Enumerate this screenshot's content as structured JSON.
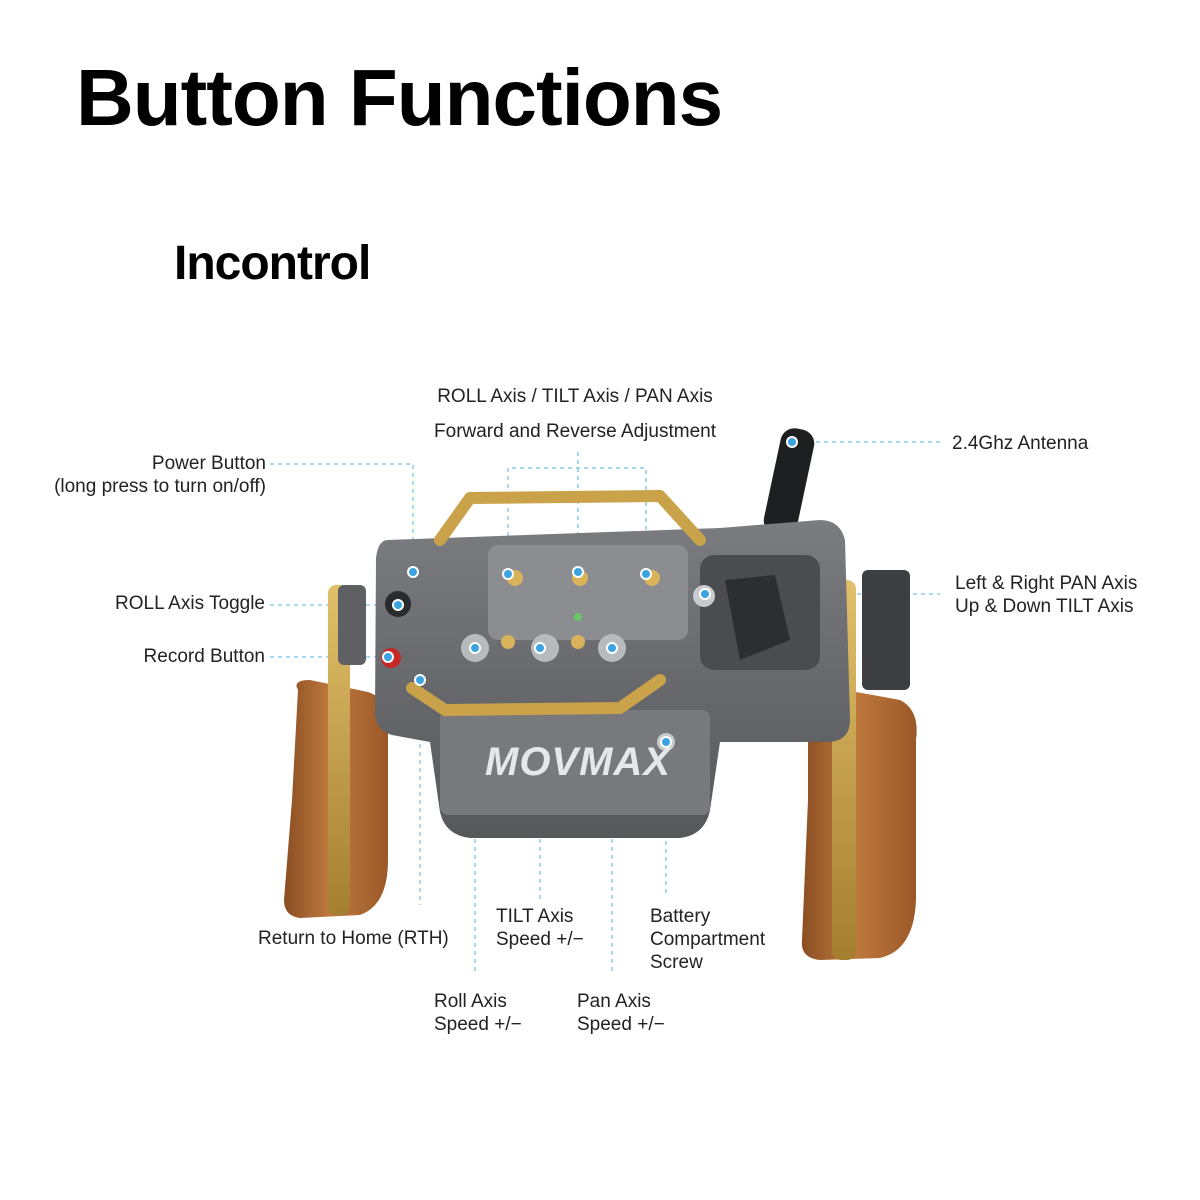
{
  "title": "Button Functions",
  "subtitle": "Incontrol",
  "brand_logo": "MOVMAX",
  "colors": {
    "callout_line": "#8fcbe6",
    "callout_dot": "#3aa3e0",
    "brass": "#c9a24a",
    "wood": "#b06a35",
    "body": "#6d6f72"
  },
  "labels": {
    "axes_line1": "ROLL Axis / TILT Axis / PAN Axis",
    "axes_line2": "Forward and Reverse Adjustment",
    "antenna": "2.4Ghz Antenna",
    "power_line1": "Power Button",
    "power_line2": "(long press to turn on/off)",
    "roll_toggle": "ROLL Axis Toggle",
    "record": "Record Button",
    "pan_tilt_line1": "Left & Right PAN Axis",
    "pan_tilt_line2": "Up & Down TILT Axis",
    "rth": "Return to Home (RTH)",
    "tilt_speed_line1": "TILT Axis",
    "tilt_speed_line2": "Speed +/−",
    "battery_line1": "Battery",
    "battery_line2": "Compartment",
    "battery_line3": "Screw",
    "roll_speed_line1": "Roll Axis",
    "roll_speed_line2": "Speed +/−",
    "pan_speed_line1": "Pan Axis",
    "pan_speed_line2": "Speed +/−"
  }
}
